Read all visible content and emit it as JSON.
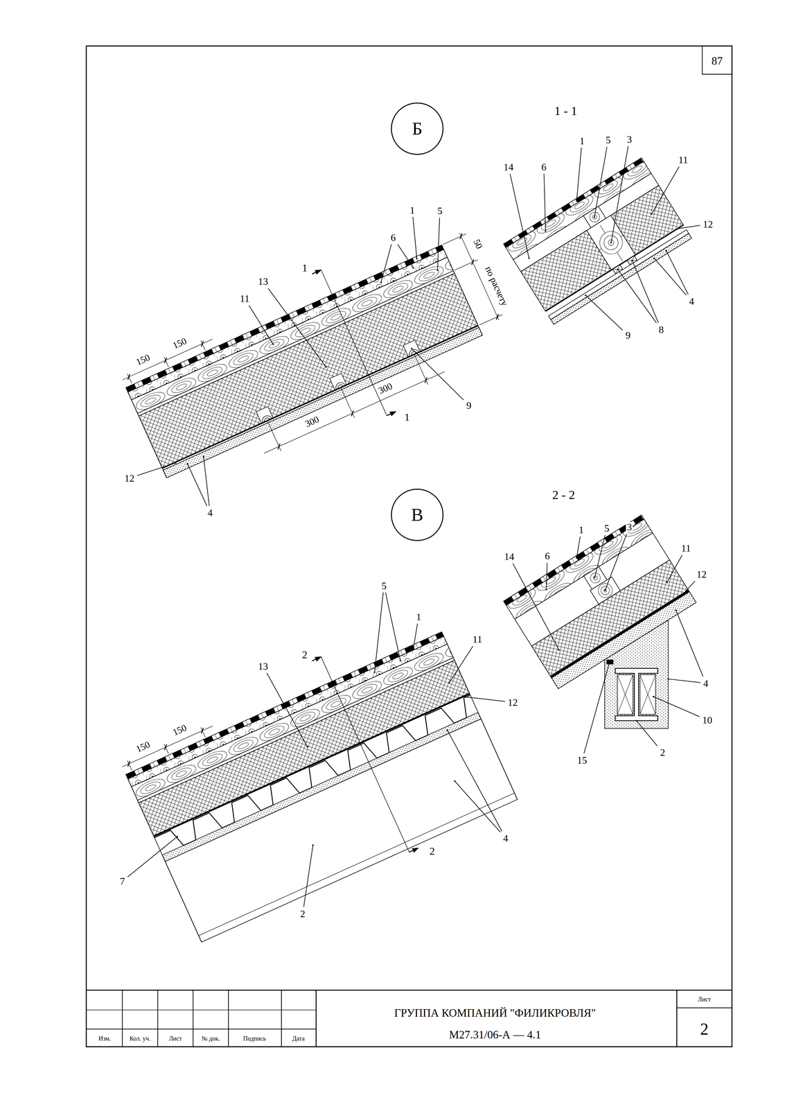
{
  "diagram": {
    "nodes": [
      {
        "text": [
          "Б"
        ]
      },
      {
        "text": [
          "В"
        ]
      }
    ],
    "labels": [
      "87",
      "1 - 1",
      "1",
      "13",
      "11",
      "6",
      "1",
      "5",
      "50",
      "по расчету",
      "150",
      "150",
      "300",
      "300",
      "1",
      "9",
      "12",
      "4",
      "14",
      "6",
      "1",
      "5",
      "3",
      "11",
      "12",
      "4",
      "8",
      "9",
      "2 - 2",
      "2",
      "13",
      "1",
      "5",
      "11",
      "12",
      "150",
      "150",
      "4",
      "2",
      "7",
      "2",
      "14",
      "6",
      "1",
      "5",
      "3",
      "11",
      "12",
      "4",
      "10",
      "2",
      "15",
      "Изм.",
      "Кол. уч.",
      "Лист",
      "№ док.",
      "Подпись",
      "Дата",
      "ГРУППА КОМПАНИЙ \"ФИЛИКРОВЛЯ\"",
      "М27.31/06-А — 4.1",
      "Лист",
      "2"
    ]
  }
}
